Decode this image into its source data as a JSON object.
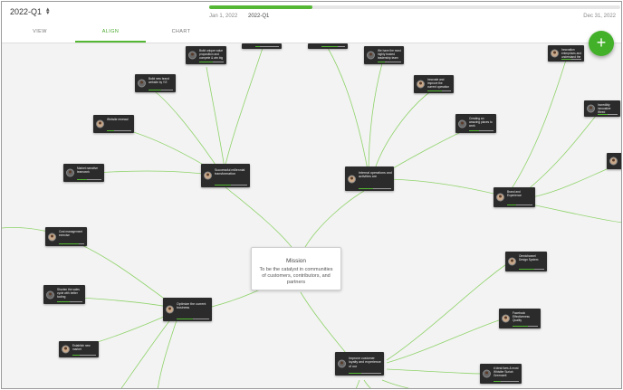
{
  "header": {
    "quarter": "2022-Q1",
    "timeline": {
      "start": "Jan 1, 2022",
      "current": "2022-Q1",
      "end": "Dec 31, 2022",
      "progress_percent": 25
    }
  },
  "tabs": [
    {
      "label": "VIEW"
    },
    {
      "label": "ALIGN"
    },
    {
      "label": "CHART"
    }
  ],
  "active_tab": "ALIGN",
  "fab": {
    "label": "+"
  },
  "mission": {
    "title": "Mission",
    "text": "To be the catalyst in communities of customers, contributors, and partners"
  },
  "nodes": {
    "n1": {
      "label": "Build unique value proposition and compete & win big",
      "progress": 0.55
    },
    "n2": {
      "label": "",
      "progress": 0.2
    },
    "n3": {
      "label": "",
      "progress": 0.7
    },
    "n4": {
      "label": "We have the most highly trusted leadership team",
      "progress": 0.3
    },
    "n5": {
      "label": "Innovate and improve the current operation",
      "progress": 0.6
    },
    "n6": {
      "label": "Creating an amazing places to work",
      "progress": 0.4
    },
    "n7": {
      "label": "Build new brand website by Y.E",
      "progress": 0.5
    },
    "n8": {
      "label": "Website renewal",
      "progress": 0.3
    },
    "n9": {
      "label": "Market narrative teamwork",
      "progress": 0.4
    },
    "n10": {
      "label": "Successful millennial transformation",
      "progress": 0.5
    },
    "n11": {
      "label": "Internal operations and activities are",
      "progress": 0.45
    },
    "n12": {
      "label": "Brand and Experience",
      "progress": 0.35
    },
    "n13": {
      "label": "Cost management exercise",
      "progress": 0.8
    },
    "n14": {
      "label": "Shorten the sales cycle with better tooling",
      "progress": 0.5
    },
    "n15": {
      "label": "Establish new market",
      "progress": 0.3
    },
    "n16": {
      "label": "Optimize the current business",
      "progress": 0.5
    },
    "n17": {
      "label": "Omnichannel Design System",
      "progress": 0.6
    },
    "n18": {
      "label": "Facebook Effectiveness Quality",
      "progress": 0.6
    },
    "n19": {
      "label": "Improve customer loyalty and experience of our",
      "progress": 0.4
    },
    "n20": {
      "label": "# ideal lives & most Whistler Suriah Greenwell",
      "progress": 0.3
    },
    "n21": {
      "label": "Innovation enterprises and understand the",
      "progress": 0.5
    },
    "n22": {
      "label": "Incredibly innovative Weed",
      "progress": 0.5
    },
    "n23": {
      "label": "",
      "progress": 0.4
    }
  },
  "colors": {
    "accent": "#55b834",
    "link": "#8fd36a",
    "node_bg": "#2b2b2b",
    "canvas_bg": "#f3f3f3"
  }
}
